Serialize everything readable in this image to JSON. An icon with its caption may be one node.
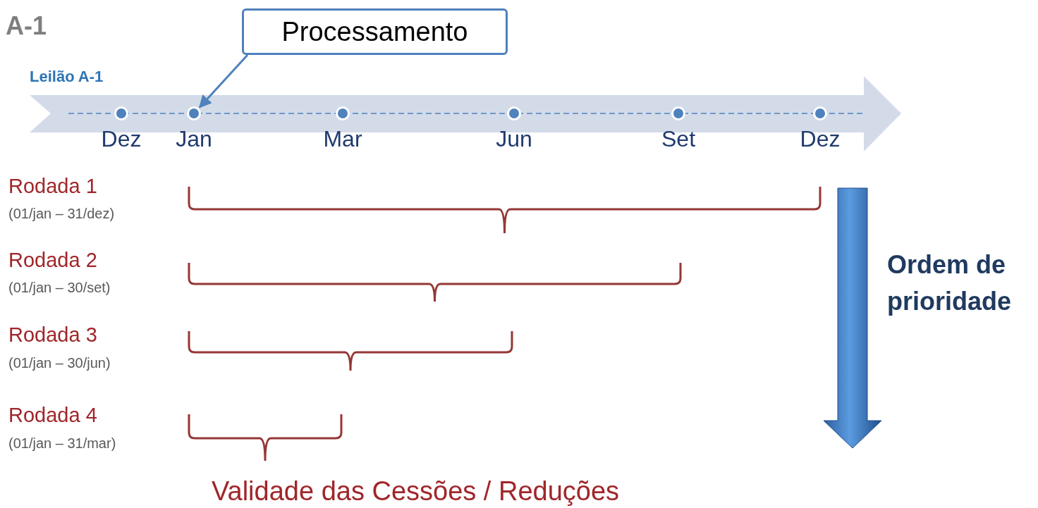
{
  "diagram": {
    "title": "A-1",
    "nodes": [
      {
        "text": [
          "Processamento"
        ]
      },
      {
        "text": [],
        "shape": "circle",
        "beside": [
          "Dez"
        ]
      },
      {
        "text": [],
        "shape": "circle",
        "beside": [
          "Jan"
        ]
      },
      {
        "text": [],
        "shape": "circle",
        "beside": [
          "Mar"
        ]
      },
      {
        "text": [],
        "shape": "circle",
        "beside": [
          "Jun"
        ]
      },
      {
        "text": [],
        "shape": "circle",
        "beside": [
          "Set"
        ]
      },
      {
        "text": [],
        "shape": "circle",
        "beside": [
          "Dez"
        ]
      }
    ],
    "edges": [
      {
        "from": 0,
        "to": 2,
        "arrow": "to"
      }
    ],
    "labels": [
      "Leilão A-1",
      "Rodada 1",
      "(01/jan – 31/dez)",
      "Rodada 2",
      "(01/jan – 30/set)",
      "Rodada 3",
      "(01/jan – 30/jun)",
      "Rodada 4",
      "(01/jan – 31/mar)",
      "Ordem de prioridade",
      "Validade das Cessões / Reduções"
    ]
  }
}
